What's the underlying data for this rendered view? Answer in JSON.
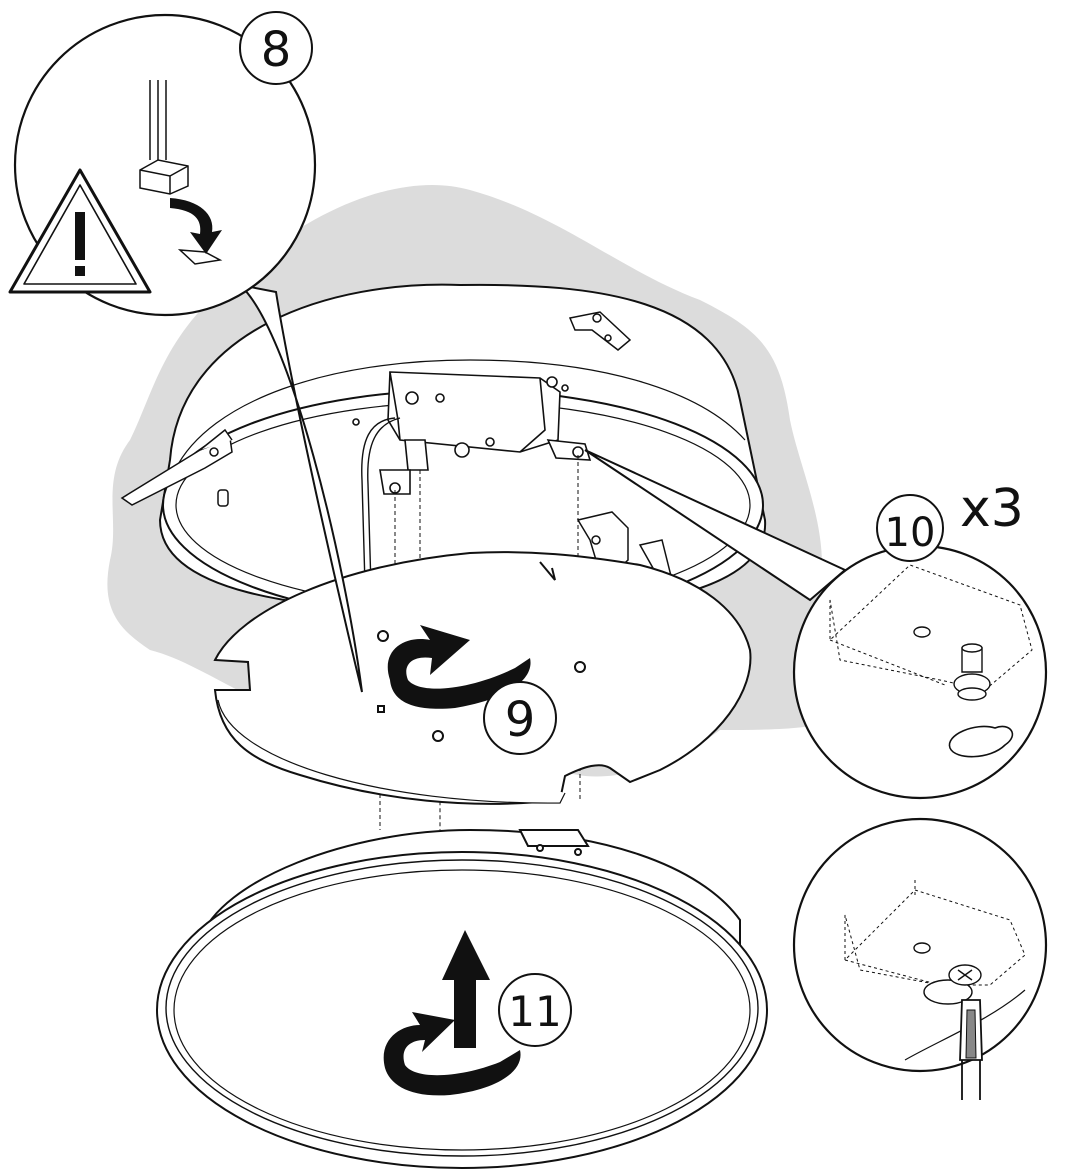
{
  "steps": {
    "step8": "8",
    "step9": "9",
    "step10": "10",
    "step11": "11"
  },
  "multiplier": "x3",
  "icons": {
    "warning": "warning-triangle-icon",
    "screwdriver": "screwdriver-icon"
  },
  "colors": {
    "shadow": "#dcdcdc",
    "line": "#111111",
    "background": "#ffffff"
  }
}
